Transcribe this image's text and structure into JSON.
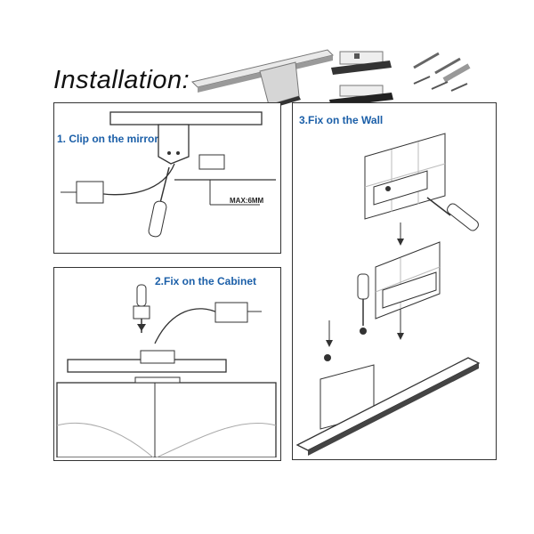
{
  "title": "Installation:",
  "steps": [
    {
      "label": "1. Clip on the mirror"
    },
    {
      "label": "2.Fix on the Cabinet"
    },
    {
      "label": "3.Fix on the Wall"
    }
  ],
  "measurement": "MAX:6MM",
  "colors": {
    "step_label": "#1b5fa8",
    "outline": "#333333"
  }
}
